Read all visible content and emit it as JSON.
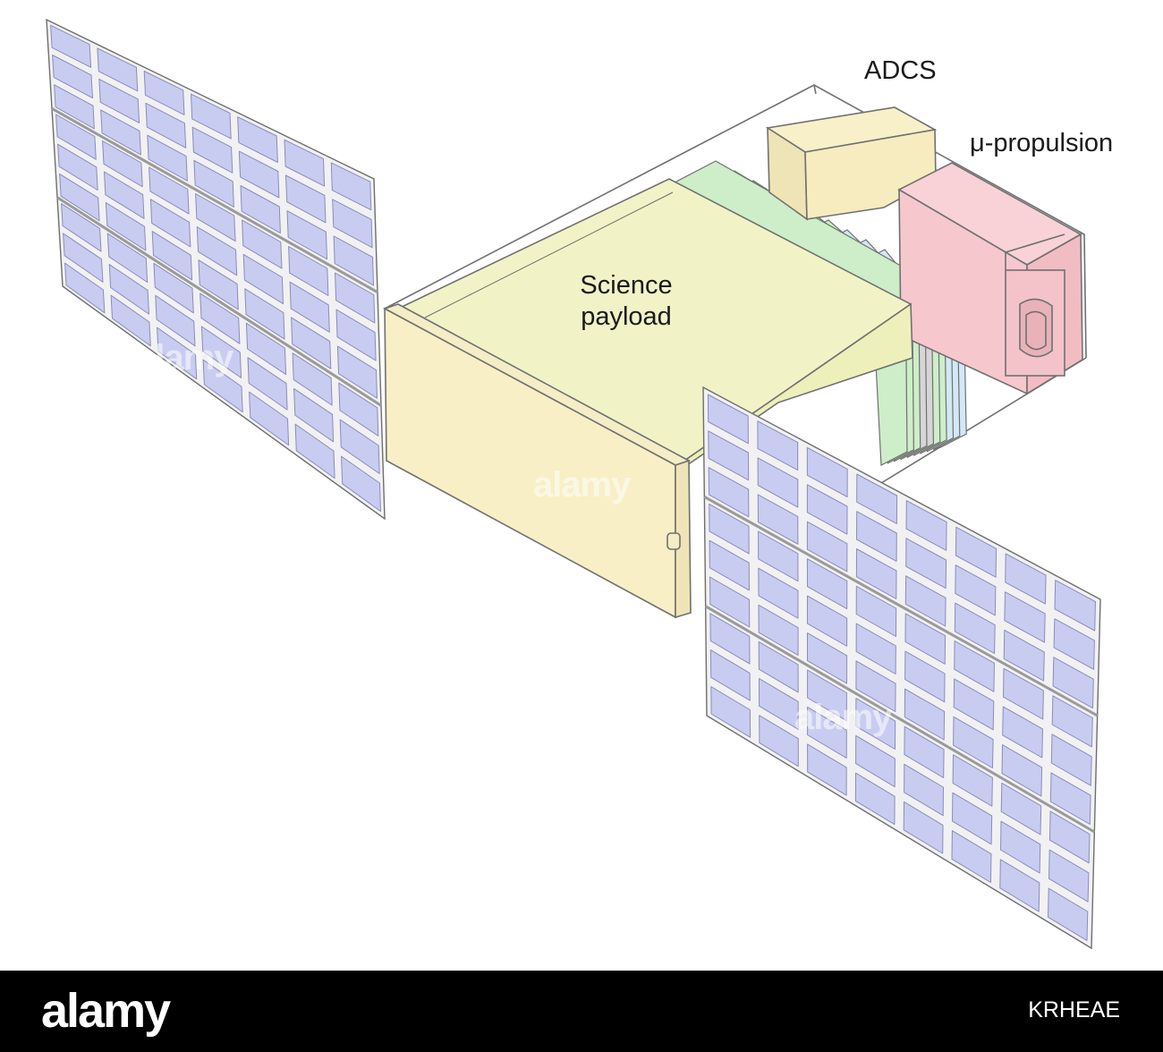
{
  "labels": {
    "science_line1": "Science",
    "science_line2": "payload",
    "adcs": "ADCS",
    "propulsion": "μ-propulsion"
  },
  "watermark": {
    "text": "alamy"
  },
  "footer": {
    "brand": "alamy",
    "image_id": "KRHEAE"
  },
  "colors": {
    "solar_cell": "#c9ccf1",
    "science_payload": "#f1f3c7",
    "payload_front": "#f8efc6",
    "adcs": "#f8f0c9",
    "propulsion": "#f6c8cd",
    "fins_green": "#cdeec8",
    "fins_blue": "#d3e8f6",
    "fins_gray": "#d6d6d8",
    "outline": "#6e6e6e"
  }
}
